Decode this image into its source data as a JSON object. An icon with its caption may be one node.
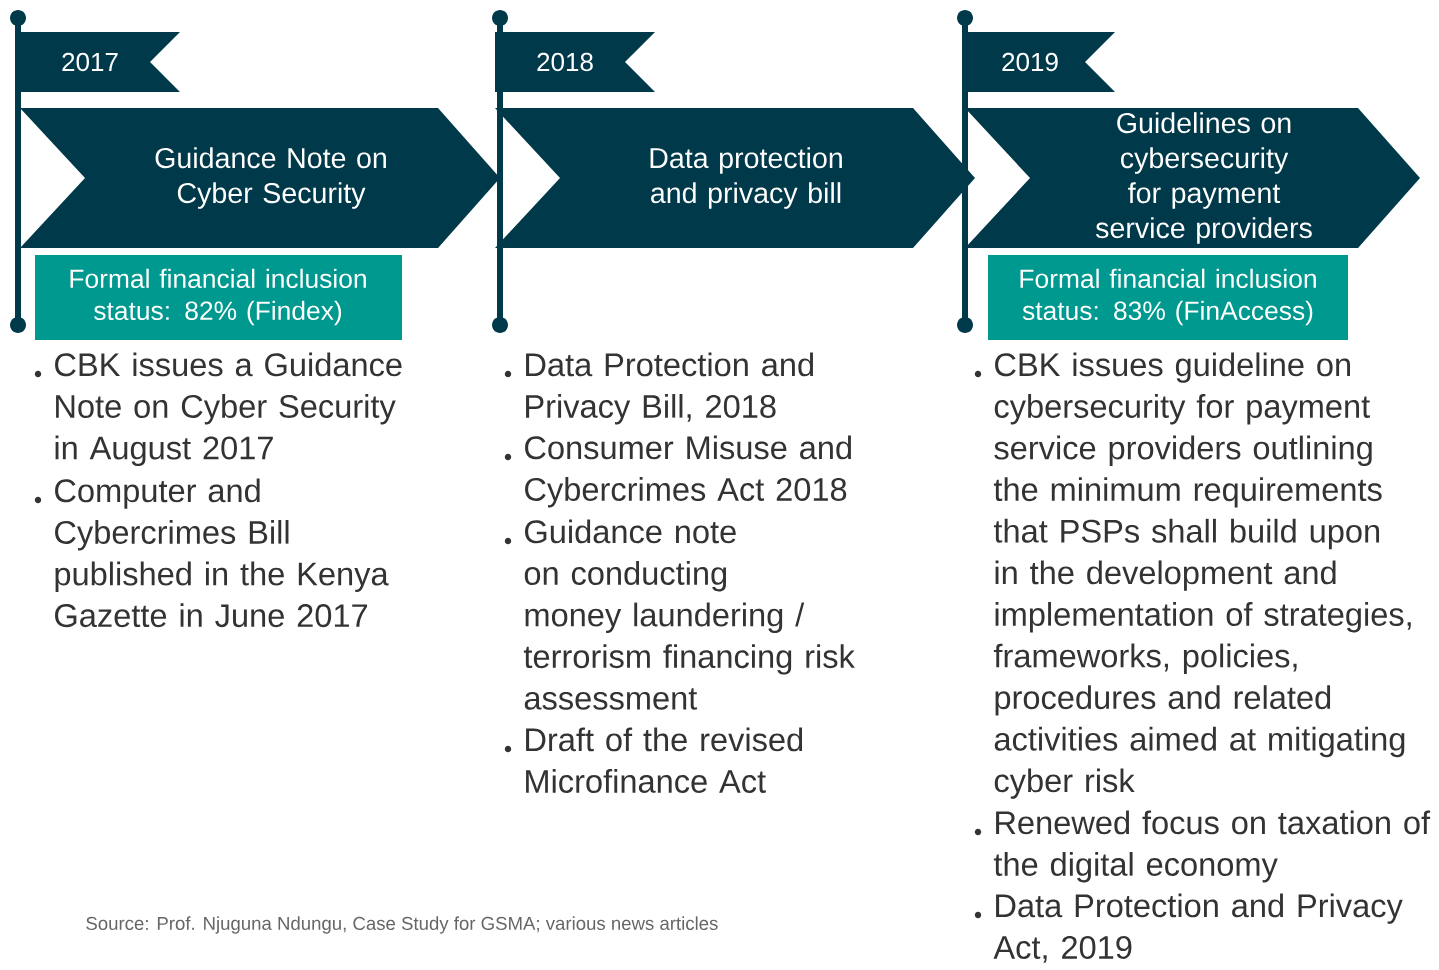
{
  "diagram": {
    "nodes": [
      {
        "text": [
          "2017"
        ]
      },
      {
        "text": [
          "Guidance Note on Cyber Security"
        ]
      },
      {
        "text": [
          "Formal financial inclusion status: 82% (Findex)"
        ]
      },
      {
        "text": [
          "2018"
        ]
      },
      {
        "text": [
          "Data protection and privacy bill"
        ]
      },
      {
        "text": [
          "2019"
        ]
      },
      {
        "text": [
          "Guidelines on cybersecurity for payment service providers"
        ]
      },
      {
        "text": [
          "Formal financial inclusion status: 83% (FinAccess)"
        ]
      }
    ],
    "labels": [
      "CBK issues a Guidance Note on Cyber Security in August 2017",
      "Computer and Cybercrimes Bill published in the Kenya Gazette in June 2017",
      "Data Protection and Privacy Bill, 2018",
      "Consumer Misuse and Cybercrimes Act 2018",
      "Guidance note on conducting money laundering / terrorism financing risk assessment",
      "Draft of the revised Microfinance Act",
      "CBK issues guideline on cybersecurity for payment service providers outlining the minimum requirements that PSPs shall build upon in the development and implementation of strategies, frameworks, policies, procedures and related activities aimed at mitigating cyber risk",
      "Renewed focus on taxation of the digital economy",
      "Data Protection and Privacy Act, 2019",
      "Source: Prof. Njuguna Ndungu, Case Study for GSMA; various news articles"
    ]
  }
}
